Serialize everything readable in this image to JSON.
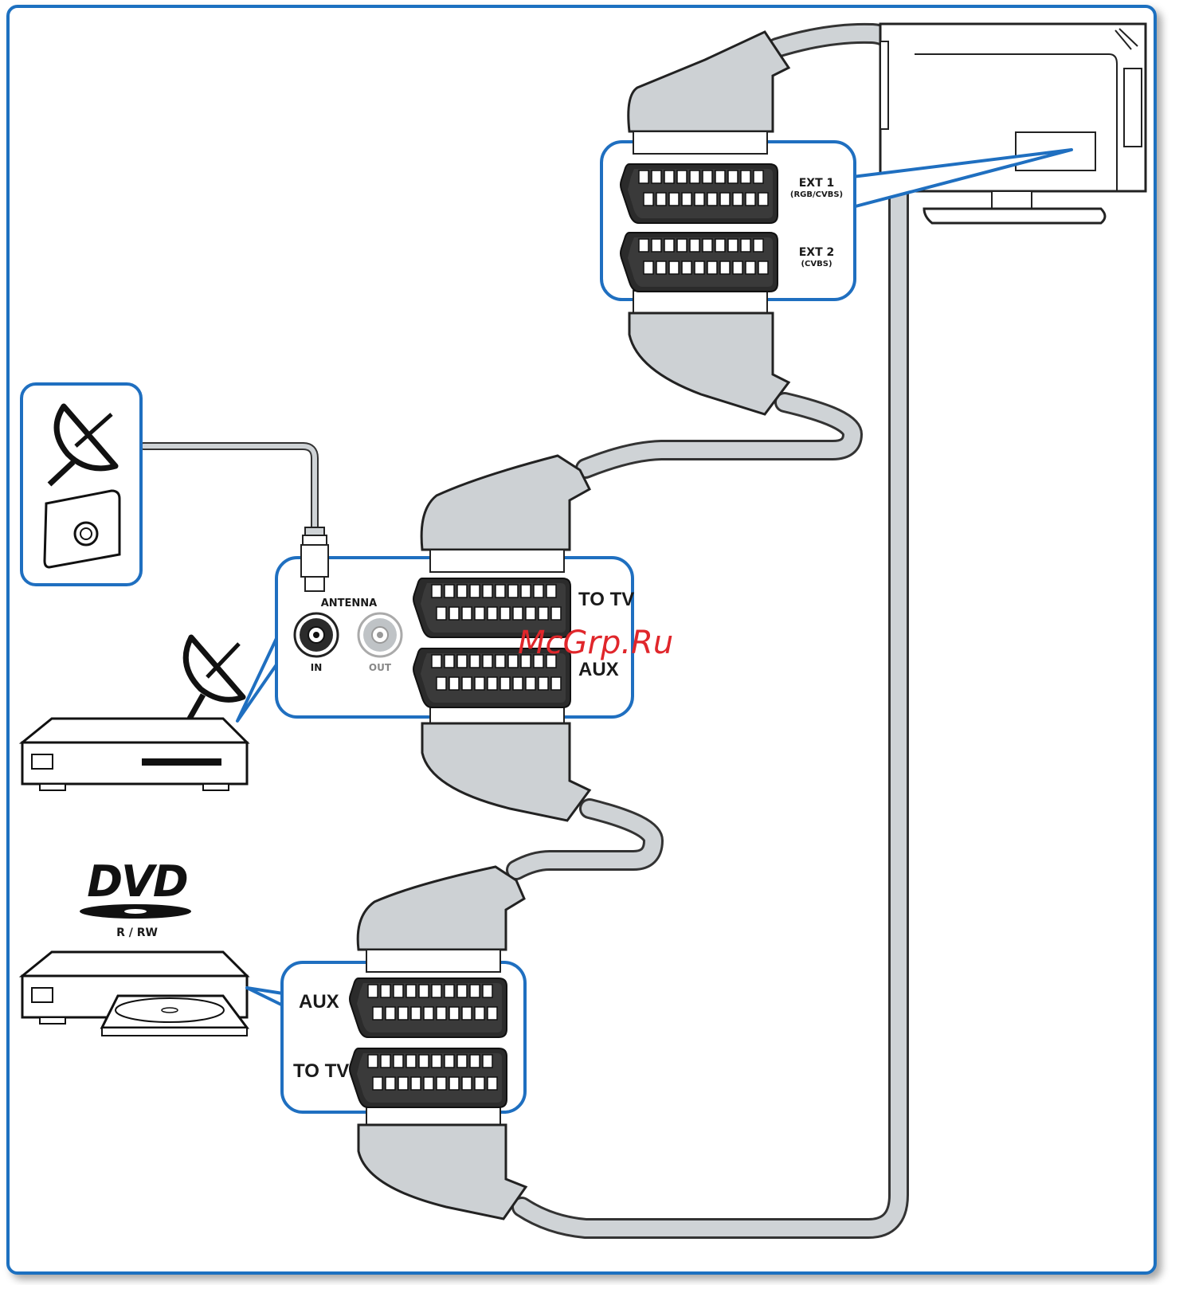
{
  "tv": {
    "ext1_label": "EXT 1",
    "ext1_sub": "(RGB/CVBS)",
    "ext2_label": "EXT 2",
    "ext2_sub": "(CVBS)"
  },
  "receiver": {
    "antenna_label": "ANTENNA",
    "in_label": "IN",
    "out_label": "OUT",
    "to_tv_label": "TO TV",
    "aux_label": "AUX"
  },
  "dvd": {
    "logo_text": "DVD",
    "format_label": "R / RW",
    "aux_label": "AUX",
    "to_tv_label": "TO TV"
  },
  "watermark": "McGrp.Ru",
  "colors": {
    "frame_blue": "#1f6fc0",
    "cable_grey": "#cfd3d6",
    "plug_grey": "#cdd1d4",
    "connector_dark": "#2a2a2a",
    "watermark_red": "#e0262b"
  }
}
